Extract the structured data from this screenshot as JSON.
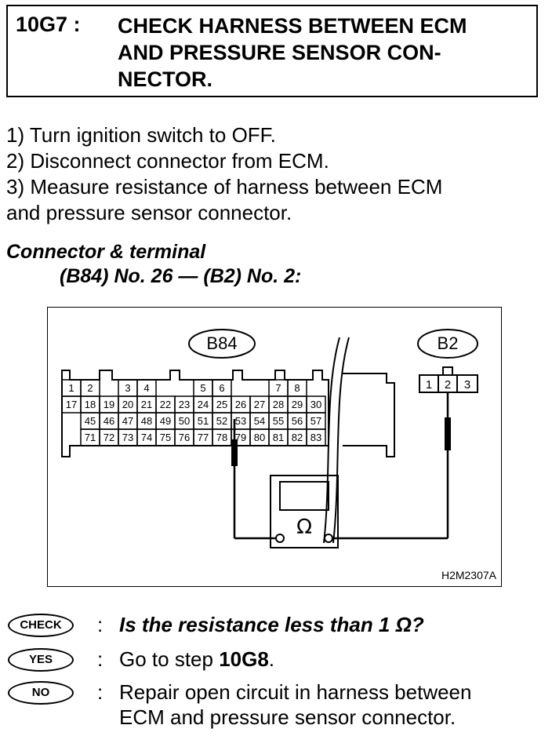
{
  "header": {
    "step_id": "10G7 :",
    "title_lines": [
      "CHECK HARNESS BETWEEN ECM",
      "AND PRESSURE SENSOR CON-",
      "NECTOR."
    ]
  },
  "procedure": [
    "1)  Turn ignition switch to OFF.",
    "2)  Disconnect connector from ECM.",
    "3)  Measure resistance of harness between ECM",
    "and pressure sensor connector."
  ],
  "connector": {
    "heading": "Connector & terminal",
    "spec": "(B84) No. 26 — (B2) No. 2:"
  },
  "diagram": {
    "ecm_label": "B84",
    "sensor_label": "B2",
    "figure_code": "H2M2307A",
    "meter_symbol": "Ω",
    "ecm_rows": [
      [
        "1",
        "2",
        "",
        "3",
        "4",
        "",
        "",
        "5",
        "6",
        "",
        "",
        "7",
        "8",
        ""
      ],
      [
        "17",
        "18",
        "19",
        "20",
        "21",
        "22",
        "23",
        "24",
        "25",
        "26",
        "27",
        "28",
        "29",
        "30"
      ],
      [
        "",
        "45",
        "46",
        "47",
        "48",
        "49",
        "50",
        "51",
        "52",
        "53",
        "54",
        "55",
        "56",
        "57"
      ],
      [
        "",
        "71",
        "72",
        "73",
        "74",
        "75",
        "76",
        "77",
        "78",
        "79",
        "80",
        "81",
        "82",
        "83"
      ]
    ],
    "sensor_pins": [
      "1",
      "2",
      "3"
    ]
  },
  "answers": {
    "check": {
      "badge": "CHECK",
      "colon": ":",
      "text": "Is the resistance less than 1 Ω?"
    },
    "yes": {
      "badge": "YES",
      "colon": ":",
      "text_prefix": "Go to step ",
      "text_step": "10G8",
      "text_suffix": "."
    },
    "no": {
      "badge": "NO",
      "colon": ":",
      "text_lines": [
        "Repair open circuit in harness between",
        "ECM and pressure sensor connector."
      ]
    }
  }
}
